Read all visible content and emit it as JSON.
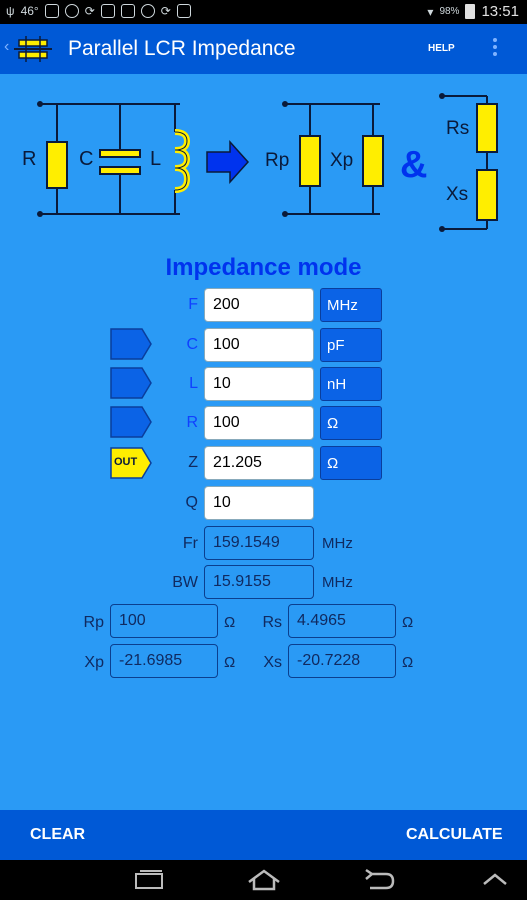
{
  "status": {
    "temp": "46°",
    "battery": "98%",
    "time": "13:51"
  },
  "app": {
    "title": "Parallel LCR Impedance",
    "help": "HELP",
    "back": "‹",
    "logo_icon": "app-logo-icon"
  },
  "diagram": {
    "r": "R",
    "c": "C",
    "l": "L",
    "rp": "Rp",
    "xp": "Xp",
    "amp": "&",
    "rs": "Rs",
    "xs": "Xs",
    "colors": {
      "component": "#ffee00",
      "wire": "#0a1a3a",
      "arrow": "#0033ee"
    }
  },
  "mode": "Impedance mode",
  "inputs": {
    "f": {
      "label": "F",
      "value": "200",
      "unit": "MHz"
    },
    "c": {
      "label": "C",
      "value": "100",
      "unit": "pF"
    },
    "l": {
      "label": "L",
      "value": "10",
      "unit": "nH"
    },
    "r": {
      "label": "R",
      "value": "100",
      "unit": "Ω"
    },
    "z": {
      "label": "Z",
      "value": "21.205",
      "unit": "Ω",
      "tag": "OUT"
    },
    "q": {
      "label": "Q",
      "value": "10"
    }
  },
  "results": {
    "fr": {
      "label": "Fr",
      "value": "159.1549",
      "unit": "MHz"
    },
    "bw": {
      "label": "BW",
      "value": "15.9155",
      "unit": "MHz"
    },
    "rp": {
      "label": "Rp",
      "value": "100",
      "unit": "Ω"
    },
    "xp": {
      "label": "Xp",
      "value": "-21.6985",
      "unit": "Ω"
    },
    "rs": {
      "label": "Rs",
      "value": "4.4965",
      "unit": "Ω"
    },
    "xs": {
      "label": "Xs",
      "value": "-20.7228",
      "unit": "Ω"
    }
  },
  "actions": {
    "clear": "CLEAR",
    "calculate": "CALCULATE"
  },
  "colors": {
    "actionbar": "#0059d6",
    "background": "#2a9af5",
    "unit_button": "#0b63e6",
    "out_tag": "#ffee00"
  }
}
